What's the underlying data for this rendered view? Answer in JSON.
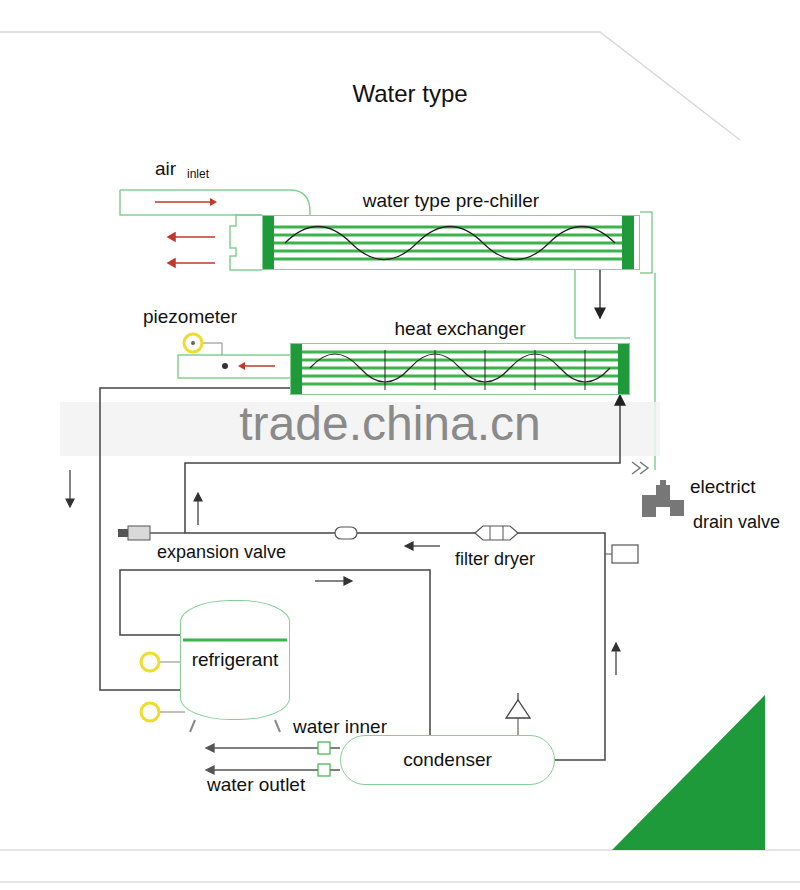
{
  "diagram": {
    "title": "Water type",
    "nodes": [
      {
        "text": [
          "water type pre-chiller"
        ]
      },
      {
        "text": [
          "heat exchanger"
        ]
      },
      {
        "text": [
          "refrigerant"
        ]
      },
      {
        "text": [
          "condenser"
        ]
      }
    ],
    "edges": [
      {
        "from": 0,
        "to": 1,
        "arrow": "to"
      },
      {
        "from": 2,
        "to": 3,
        "arrow": "none"
      },
      {
        "from": 3,
        "to": 1,
        "arrow": "to"
      },
      {
        "from": 1,
        "to": 2,
        "arrow": "none"
      }
    ],
    "labels": [
      "air",
      "inlet",
      "piezometer",
      "trade.china.cn",
      "electrict",
      "drain valve",
      "expansion valve",
      "filter dryer",
      "water inner",
      "water outlet"
    ]
  }
}
